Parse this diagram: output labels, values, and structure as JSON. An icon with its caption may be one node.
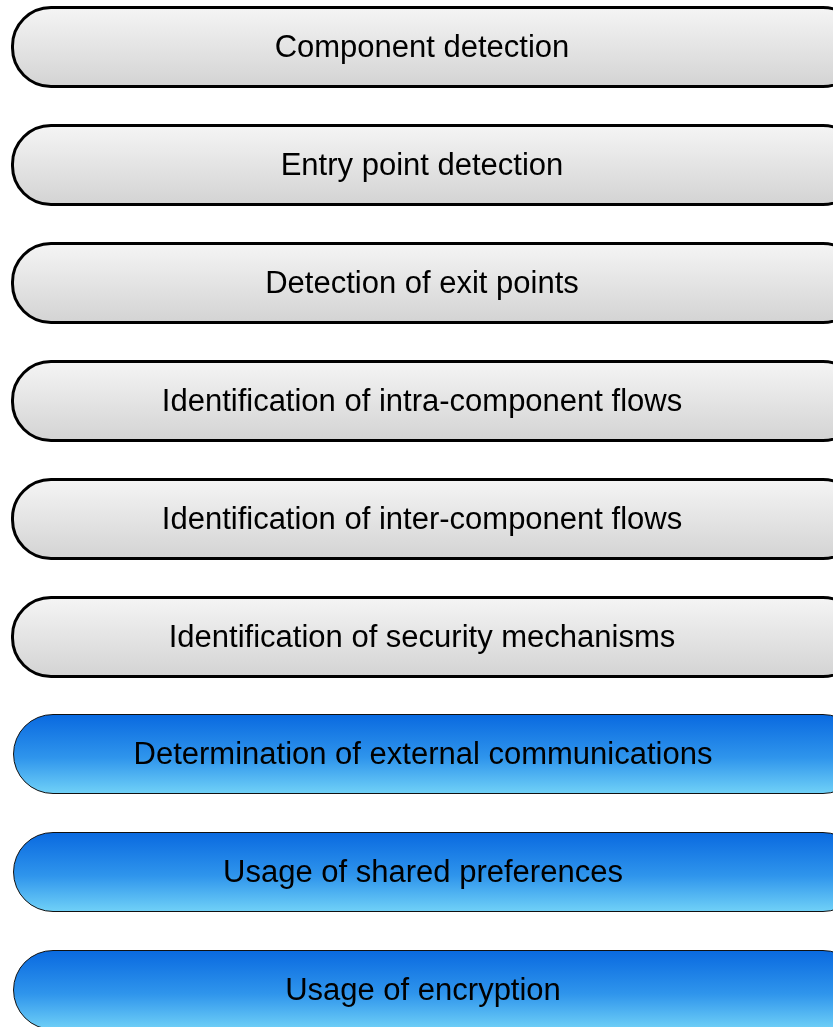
{
  "diagram": {
    "nodes": [
      {
        "text": [
          "Component detection"
        ]
      },
      {
        "text": [
          "Entry point detection"
        ]
      },
      {
        "text": [
          "Detection of exit points"
        ]
      },
      {
        "text": [
          "Identification of intra-component flows"
        ]
      },
      {
        "text": [
          "Identification of inter-component flows"
        ]
      },
      {
        "text": [
          "Identification of security mechanisms"
        ]
      },
      {
        "text": [
          "Determination of external communications"
        ]
      },
      {
        "text": [
          "Usage of shared preferences"
        ]
      },
      {
        "text": [
          "Usage of encryption"
        ]
      }
    ]
  }
}
